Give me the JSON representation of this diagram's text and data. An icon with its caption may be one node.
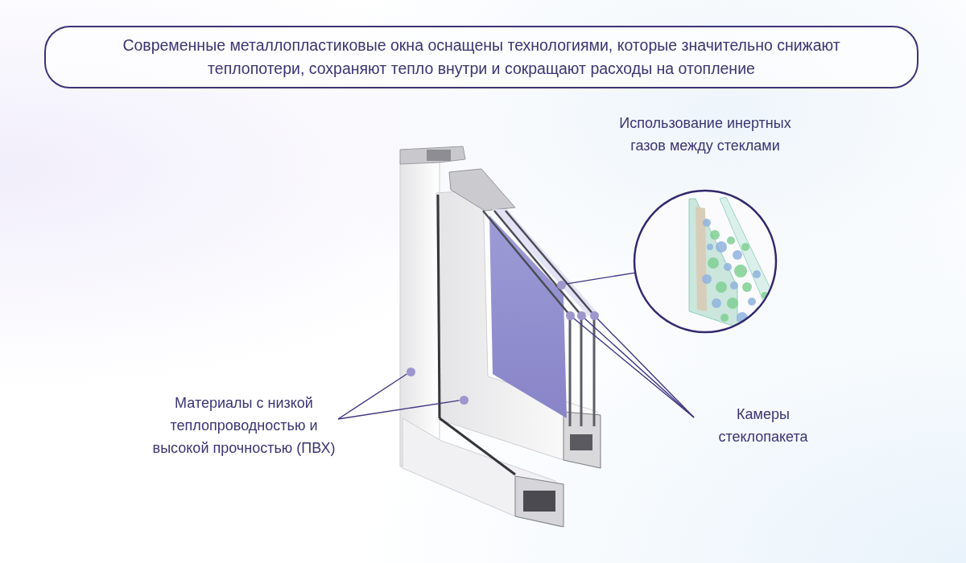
{
  "diagram": {
    "title": "Современные металлопластиковые окна оснащены технологиями, которые значительно снижают теплопотери, сохраняют тепло внутри и сокращают расходы на отопление",
    "nodes": [
      {
        "text": [
          "Материалы с низкой теплопроводностью и высокой прочностью (ПВХ)"
        ]
      },
      {
        "text": [],
        "shape": "circle"
      },
      {
        "text": [],
        "shape": "circle"
      },
      {
        "text": [
          "Камеры стеклопакета"
        ]
      },
      {
        "text": [],
        "shape": "circle"
      },
      {
        "text": [],
        "shape": "circle"
      },
      {
        "text": [],
        "shape": "circle"
      },
      {
        "text": [
          "Использование инертных газов между стеклами"
        ]
      },
      {
        "text": [],
        "shape": "circle"
      }
    ],
    "edges": [
      {
        "from": 0,
        "to": 1,
        "arrow": "none"
      },
      {
        "from": 0,
        "to": 2,
        "arrow": "none"
      },
      {
        "from": 3,
        "to": 4,
        "arrow": "none"
      },
      {
        "from": 3,
        "to": 5,
        "arrow": "none"
      },
      {
        "from": 3,
        "to": 6,
        "arrow": "none"
      },
      {
        "from": 7,
        "to": 8,
        "arrow": "none"
      }
    ]
  }
}
